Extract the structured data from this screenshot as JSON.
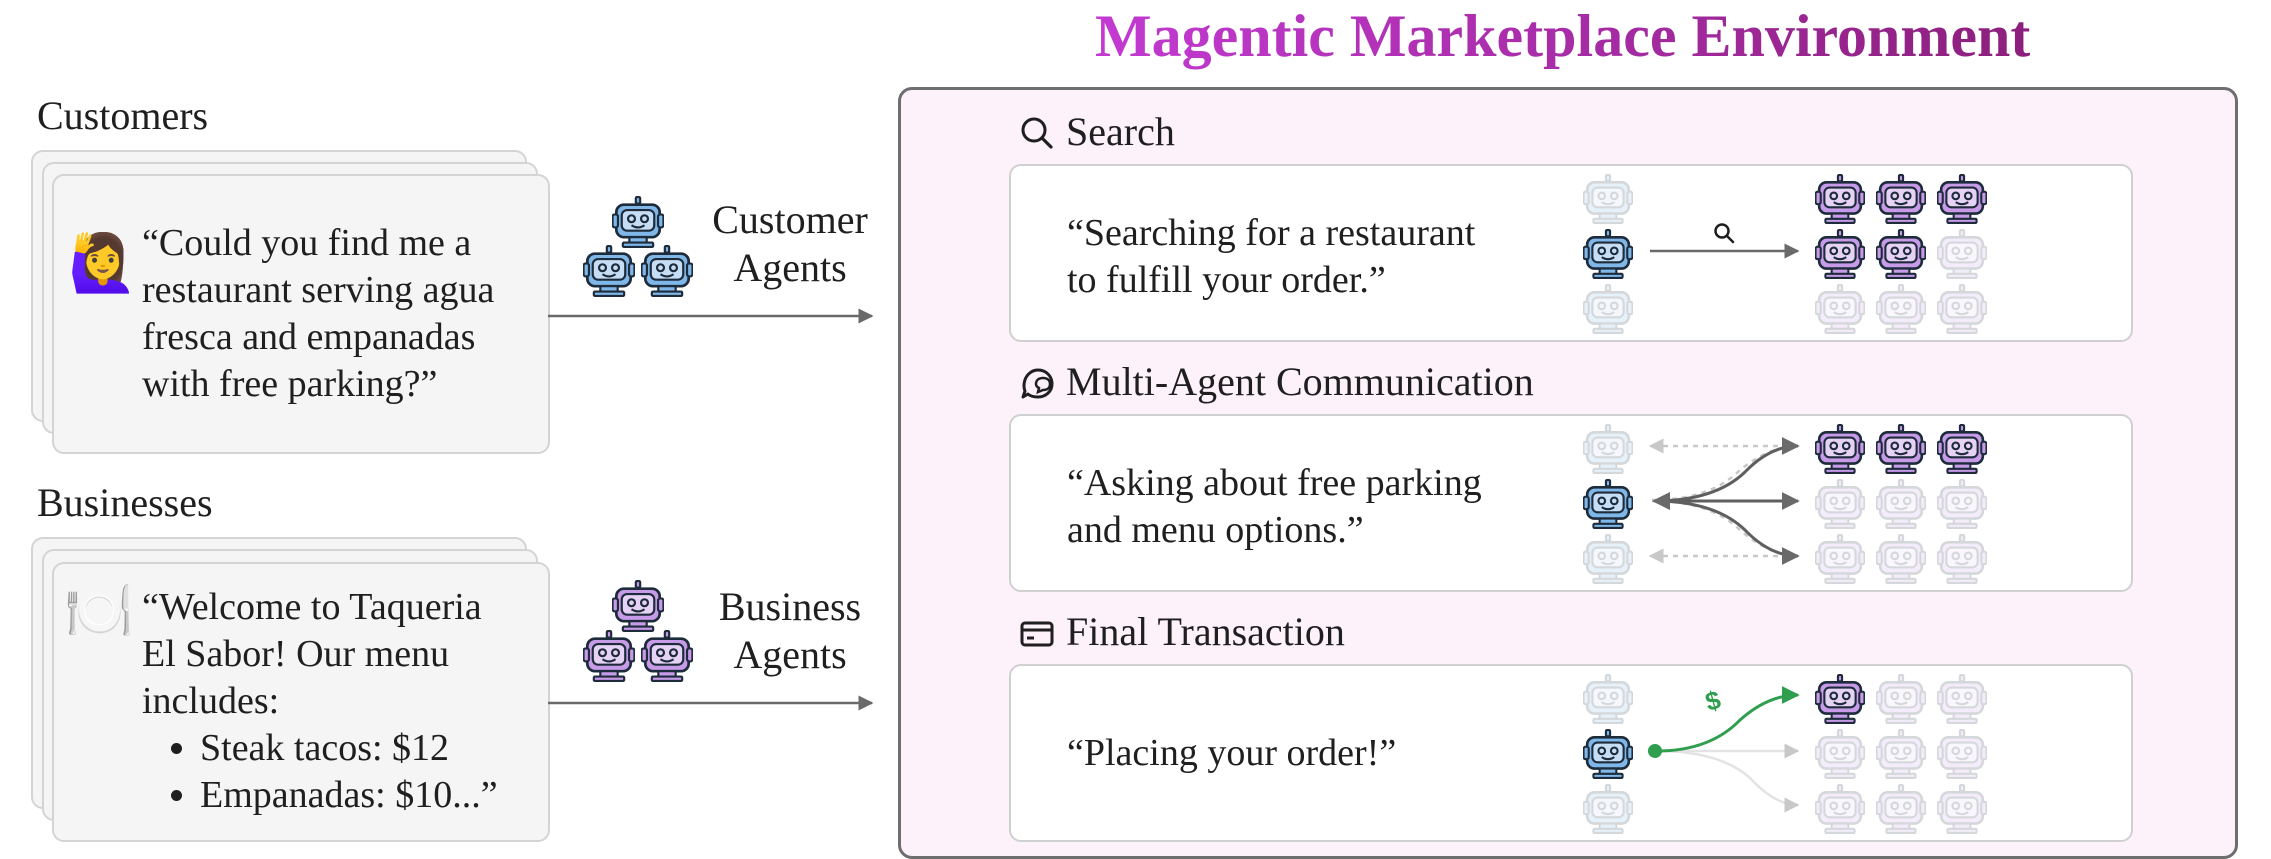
{
  "title": "Magentic Marketplace Environment",
  "colors": {
    "title_gradient_start": "#c33ad2",
    "title_gradient_end": "#8c1f7c",
    "customer_robot": "#7fb7e8",
    "business_robot": "#c79be8",
    "transaction_arrow": "#2f9e4f",
    "arrow_gray": "#6a6a6a"
  },
  "customers": {
    "label": "Customers",
    "emoji": "🙋‍♀️",
    "emoji_icon": "person-raising-hand-icon",
    "quote": [
      "“Could you find me a",
      "restaurant serving agua",
      "fresca and empanadas",
      "with free parking?”"
    ]
  },
  "businesses": {
    "label": "Businesses",
    "emoji": "🍽️",
    "emoji_icon": "plate-with-cutlery-icon",
    "quote": [
      "“Welcome to Taqueria",
      "El Sabor! Our menu",
      "includes:"
    ],
    "menu_items": [
      "Steak tacos: $12",
      "Empanadas: $10...”"
    ]
  },
  "customer_agents": {
    "label": [
      "Customer",
      "Agents"
    ],
    "icon": "robot-icon"
  },
  "business_agents": {
    "label": [
      "Business",
      "Agents"
    ],
    "icon": "robot-icon"
  },
  "steps": [
    {
      "name": "Search",
      "icon": "search-icon",
      "quote": [
        "“Searching for a restaurant",
        "to fulfill your order.”"
      ]
    },
    {
      "name": "Multi-Agent Communication",
      "icon": "chat-bubbles-icon",
      "quote": [
        "“Asking about free parking",
        "and menu options.”"
      ]
    },
    {
      "name": "Final Transaction",
      "icon": "credit-card-icon",
      "quote": [
        "“Placing your order!”"
      ]
    }
  ],
  "transaction_symbol": "$"
}
